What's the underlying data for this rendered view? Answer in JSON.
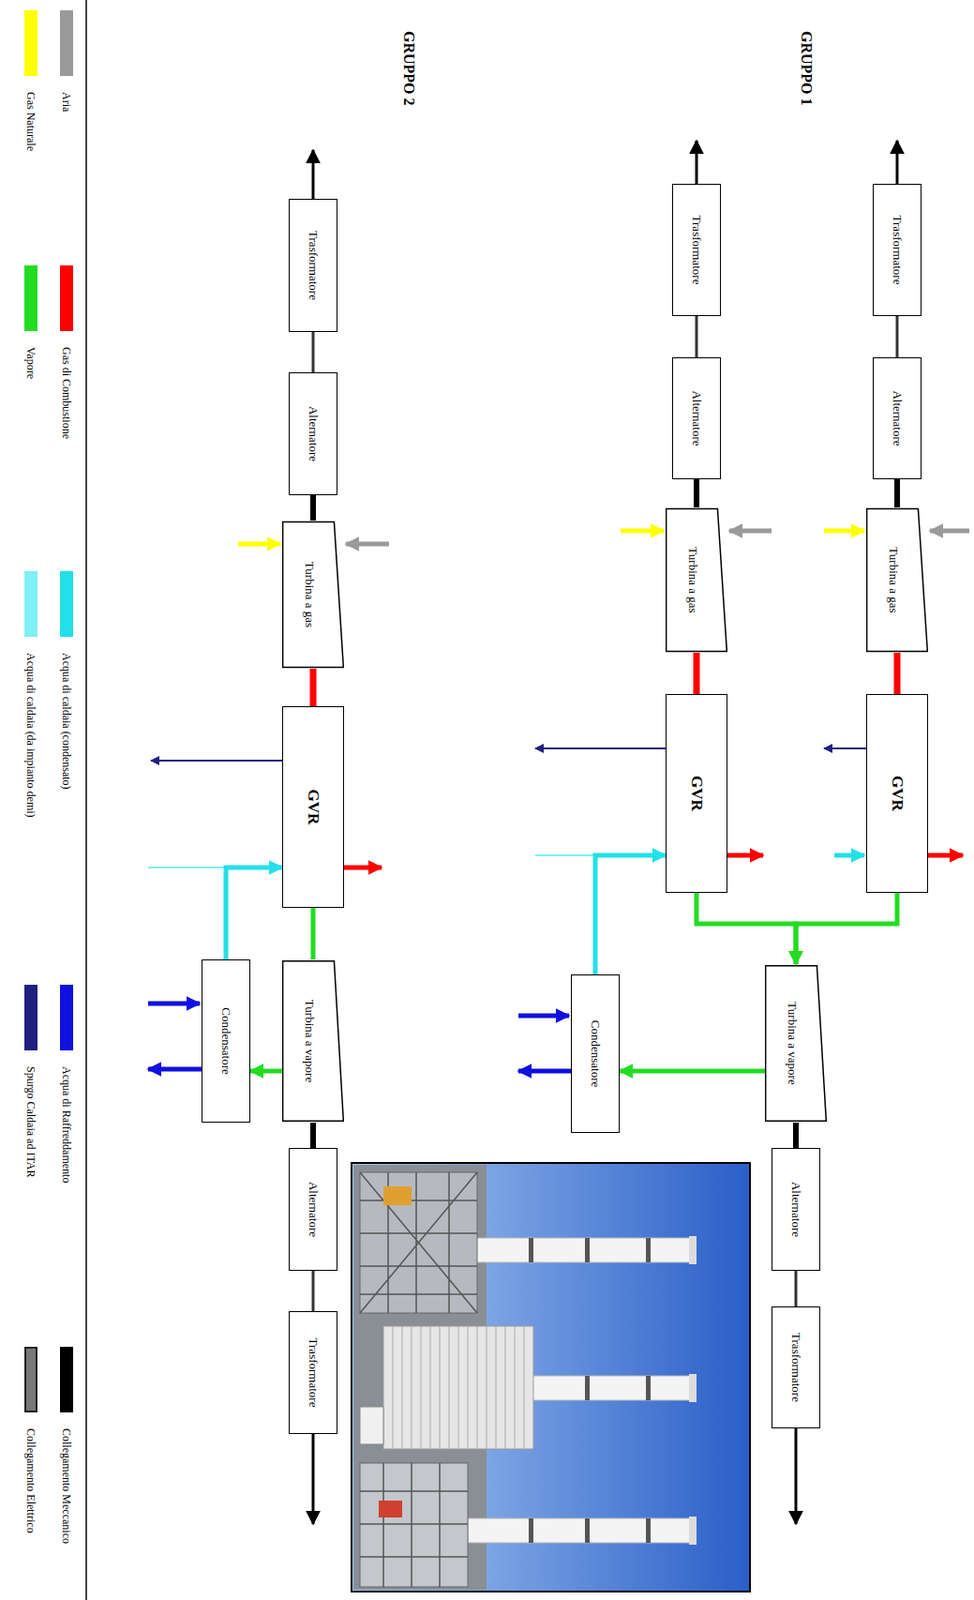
{
  "diagram": {
    "nodes": [
      {
        "text": [
          "Trasformatore"
        ]
      },
      {
        "text": [
          "Alternatore"
        ]
      },
      {
        "text": [
          "Turbina a gas"
        ]
      },
      {
        "text": [
          "GVR"
        ]
      },
      {
        "text": [
          "Trasformatore"
        ]
      },
      {
        "text": [
          "Alternatore"
        ]
      },
      {
        "text": [
          "Turbina a gas"
        ]
      },
      {
        "text": [
          "GVR"
        ]
      },
      {
        "text": [
          "Turbina a vapore"
        ]
      },
      {
        "text": [
          "Alternatore"
        ]
      },
      {
        "text": [
          "Trasformatore"
        ]
      },
      {
        "text": [
          "Condensatore"
        ]
      },
      {
        "text": [
          "Trasformatore"
        ]
      },
      {
        "text": [
          "Alternatore"
        ]
      },
      {
        "text": [
          "Turbina a gas"
        ]
      },
      {
        "text": [
          "GVR"
        ]
      },
      {
        "text": [
          "Turbina a vapore"
        ]
      },
      {
        "text": [
          "Alternatore"
        ]
      },
      {
        "text": [
          "Trasformatore"
        ]
      },
      {
        "text": [
          "Condensatore"
        ]
      }
    ],
    "edges": [
      {
        "from": 1,
        "to": 0,
        "arrow": "none"
      },
      {
        "from": 2,
        "to": 1,
        "arrow": "none"
      },
      {
        "from": 2,
        "to": 3,
        "arrow": "none"
      },
      {
        "from": 3,
        "to": 8,
        "arrow": "to"
      },
      {
        "from": 5,
        "to": 4,
        "arrow": "none"
      },
      {
        "from": 6,
        "to": 5,
        "arrow": "none"
      },
      {
        "from": 6,
        "to": 7,
        "arrow": "none"
      },
      {
        "from": 7,
        "to": 8,
        "arrow": "to"
      },
      {
        "from": 8,
        "to": 9,
        "arrow": "none"
      },
      {
        "from": 9,
        "to": 10,
        "arrow": "none"
      },
      {
        "from": 8,
        "to": 11,
        "arrow": "to"
      },
      {
        "from": 11,
        "to": 7,
        "arrow": "to"
      },
      {
        "from": 13,
        "to": 12,
        "arrow": "none"
      },
      {
        "from": 14,
        "to": 13,
        "arrow": "none"
      },
      {
        "from": 14,
        "to": 15,
        "arrow": "none"
      },
      {
        "from": 15,
        "to": 16,
        "arrow": "none"
      },
      {
        "from": 16,
        "to": 17,
        "arrow": "none"
      },
      {
        "from": 17,
        "to": 18,
        "arrow": "none"
      },
      {
        "from": 16,
        "to": 19,
        "arrow": "to"
      },
      {
        "from": 19,
        "to": 15,
        "arrow": "to"
      }
    ],
    "labels": [
      "GRUPPO 1",
      "GRUPPO 2"
    ],
    "legend": [
      {
        "text": "Aria",
        "color": "#9a9a9a"
      },
      {
        "text": "Gas di Combustione",
        "color": "#ff0000"
      },
      {
        "text": "Acqua di caldaia (condensato)",
        "color": "#22e0e8"
      },
      {
        "text": "Acqua di Raffreddamento",
        "color": "#1010e0"
      },
      {
        "text": "Collegamento Meccanico",
        "color": "#000000"
      },
      {
        "text": "Gas Naturale",
        "color": "#ffff00"
      },
      {
        "text": "Vapore",
        "color": "#22dd22"
      },
      {
        "text": "Acqua di caldaia (da impianto demi)",
        "color": "#7ff0f5"
      },
      {
        "text": "Spurgo Caldaia ad ITAR",
        "color": "#202080"
      },
      {
        "text": "Collegamento Elettrico",
        "color": "#777777"
      }
    ]
  }
}
